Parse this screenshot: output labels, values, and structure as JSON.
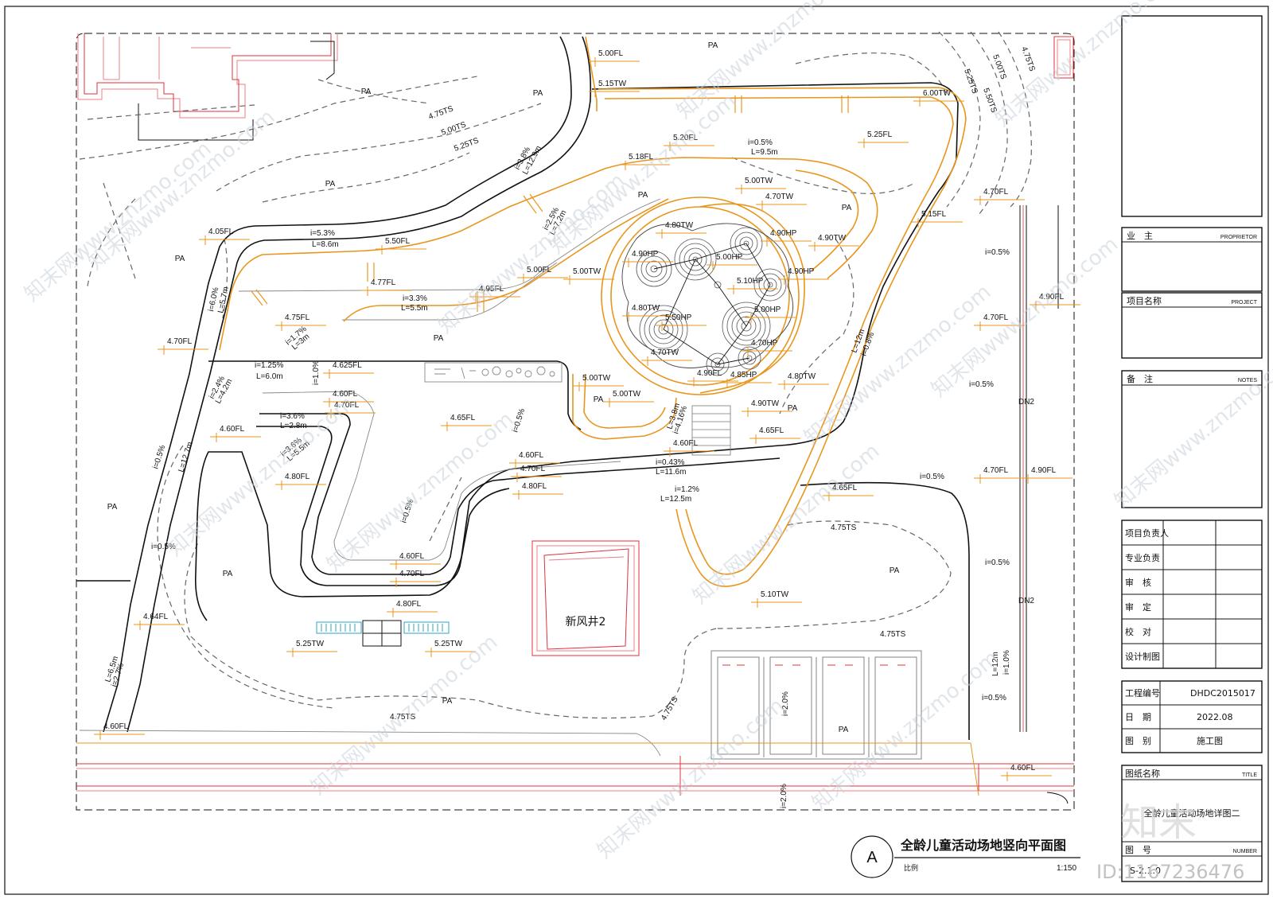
{
  "drawing": {
    "title": "全龄儿童活动场地竖向平面图",
    "scale_label": "比例",
    "scale_value": "1:150",
    "section_marker": "A",
    "shaft_label": "新风井2"
  },
  "area_labels": [
    {
      "id": "pa1",
      "text": "PA"
    },
    {
      "id": "pa2",
      "text": "PA"
    },
    {
      "id": "pa3",
      "text": "PA"
    },
    {
      "id": "pa4",
      "text": "PA"
    },
    {
      "id": "pa5",
      "text": "PA"
    },
    {
      "id": "pa6",
      "text": "PA"
    },
    {
      "id": "pa7",
      "text": "PA"
    },
    {
      "id": "pa8",
      "text": "PA"
    },
    {
      "id": "pa9",
      "text": "PA"
    },
    {
      "id": "pa10",
      "text": "PA"
    },
    {
      "id": "pa11",
      "text": "PA"
    },
    {
      "id": "pa12",
      "text": "PA"
    },
    {
      "id": "pa13",
      "text": "PA"
    },
    {
      "id": "pa14",
      "text": "PA"
    },
    {
      "id": "pa15",
      "text": "PA"
    }
  ],
  "elevations": [
    {
      "id": "e1",
      "text": "5.00FL"
    },
    {
      "id": "e2",
      "text": "5.15TW"
    },
    {
      "id": "e3",
      "text": "6.00TW"
    },
    {
      "id": "e4",
      "text": "5.20FL"
    },
    {
      "id": "e5",
      "text": "5.25FL"
    },
    {
      "id": "e6",
      "text": "5.18FL"
    },
    {
      "id": "e7",
      "text": "5.00TW"
    },
    {
      "id": "e8",
      "text": "4.70TW"
    },
    {
      "id": "e9",
      "text": "4.80TW"
    },
    {
      "id": "e10",
      "text": "4.90HP"
    },
    {
      "id": "e11",
      "text": "4.90TW"
    },
    {
      "id": "e12",
      "text": "4.90HP"
    },
    {
      "id": "e13",
      "text": "5.00HP"
    },
    {
      "id": "e14",
      "text": "4.90HP"
    },
    {
      "id": "e15",
      "text": "5.10HP"
    },
    {
      "id": "e16",
      "text": "4.80TW"
    },
    {
      "id": "e17",
      "text": "5.50HP"
    },
    {
      "id": "e18",
      "text": "5.00HP"
    },
    {
      "id": "e19",
      "text": "4.70TW"
    },
    {
      "id": "e20",
      "text": "4.70HP"
    },
    {
      "id": "e21",
      "text": "4.90FL"
    },
    {
      "id": "e22",
      "text": "4.85HP"
    },
    {
      "id": "e23",
      "text": "4.80TW"
    },
    {
      "id": "e24",
      "text": "4.90TW"
    },
    {
      "id": "e25",
      "text": "4.05FL"
    },
    {
      "id": "e26",
      "text": "5.50FL"
    },
    {
      "id": "e27",
      "text": "5.00FL"
    },
    {
      "id": "e28",
      "text": "5.00TW"
    },
    {
      "id": "e29",
      "text": "4.77FL"
    },
    {
      "id": "e30",
      "text": "4.95FL"
    },
    {
      "id": "e31",
      "text": "4.75FL"
    },
    {
      "id": "e32",
      "text": "4.70FL"
    },
    {
      "id": "e33",
      "text": "4.625FL"
    },
    {
      "id": "e34",
      "text": "4.60FL"
    },
    {
      "id": "e35",
      "text": "4.70FL"
    },
    {
      "id": "e36",
      "text": "4.60FL"
    },
    {
      "id": "e37",
      "text": "4.80FL"
    },
    {
      "id": "e38",
      "text": "4.65FL"
    },
    {
      "id": "e39",
      "text": "5.00TW"
    },
    {
      "id": "e40",
      "text": "5.00TW"
    },
    {
      "id": "e41",
      "text": "4.60FL"
    },
    {
      "id": "e42",
      "text": "4.65FL"
    },
    {
      "id": "e43",
      "text": "4.60FL"
    },
    {
      "id": "e44",
      "text": "4.70FL"
    },
    {
      "id": "e45",
      "text": "4.80FL"
    },
    {
      "id": "e46",
      "text": "4.65FL"
    },
    {
      "id": "e47",
      "text": "4.60FL"
    },
    {
      "id": "e48",
      "text": "4.70FL"
    },
    {
      "id": "e49",
      "text": "4.80FL"
    },
    {
      "id": "e50",
      "text": "5.25TW"
    },
    {
      "id": "e51",
      "text": "5.25TW"
    },
    {
      "id": "e52",
      "text": "5.10TW"
    },
    {
      "id": "e53",
      "text": "4.64FL"
    },
    {
      "id": "e54",
      "text": "4.60FL"
    },
    {
      "id": "e55",
      "text": "4.70FL"
    },
    {
      "id": "e56",
      "text": "4.90FL"
    },
    {
      "id": "e57",
      "text": "4.70FL"
    },
    {
      "id": "e58",
      "text": "4.70FL"
    },
    {
      "id": "e59",
      "text": "4.90FL"
    },
    {
      "id": "e60",
      "text": "5.15FL"
    },
    {
      "id": "e61",
      "text": "4.60FL"
    }
  ],
  "slopes": [
    {
      "id": "s1",
      "text": "i=0.5%"
    },
    {
      "id": "s2",
      "text": "L=9.5m"
    },
    {
      "id": "s3",
      "text": "i=5.3%"
    },
    {
      "id": "s4",
      "text": "L=8.6m"
    },
    {
      "id": "s5",
      "text": "i=3.3%"
    },
    {
      "id": "s6",
      "text": "L=5.5m"
    },
    {
      "id": "s7",
      "text": "i=1.25%"
    },
    {
      "id": "s8",
      "text": "L=6.0m"
    },
    {
      "id": "s9",
      "text": "i=3.6%"
    },
    {
      "id": "s10",
      "text": "L=2.8m"
    },
    {
      "id": "s11",
      "text": "i=0.43%"
    },
    {
      "id": "s12",
      "text": "L=11.6m"
    },
    {
      "id": "s13",
      "text": "i=1.2%"
    },
    {
      "id": "s14",
      "text": "L=12.5m"
    },
    {
      "id": "s15",
      "text": "i=0.5%"
    },
    {
      "id": "s16",
      "text": "i=0.5%"
    },
    {
      "id": "s17",
      "text": "i=0.5%"
    },
    {
      "id": "s18",
      "text": "i=0.5%"
    },
    {
      "id": "s19",
      "text": "i=0.5%"
    },
    {
      "id": "s20",
      "text": "i=0.5%"
    }
  ],
  "rotated_labels": [
    {
      "id": "r1",
      "text": "i=3.8%"
    },
    {
      "id": "r2",
      "text": "L=12.9m"
    },
    {
      "id": "r3",
      "text": "i=2.5%"
    },
    {
      "id": "r4",
      "text": "L=7.2m"
    },
    {
      "id": "r5",
      "text": "i=6.0%"
    },
    {
      "id": "r6",
      "text": "L=5.7m"
    },
    {
      "id": "r7",
      "text": "i=1.7%"
    },
    {
      "id": "r8",
      "text": "L=3m"
    },
    {
      "id": "r9",
      "text": "i=2.4%"
    },
    {
      "id": "r10",
      "text": "L=4.2m"
    },
    {
      "id": "r11",
      "text": "i=3.6%"
    },
    {
      "id": "r12",
      "text": "L=5.5m"
    },
    {
      "id": "r13",
      "text": "i=1.0%"
    },
    {
      "id": "r14",
      "text": "i=0.5%"
    },
    {
      "id": "r15",
      "text": "L=12.7m"
    },
    {
      "id": "r16",
      "text": "i=0.5%"
    },
    {
      "id": "r17",
      "text": "i=0.5%"
    },
    {
      "id": "r18",
      "text": "L=6.5m"
    },
    {
      "id": "r19",
      "text": "i=2.7%"
    },
    {
      "id": "r20",
      "text": "L=3.8m"
    },
    {
      "id": "r21",
      "text": "i=4.16%"
    },
    {
      "id": "r22",
      "text": "L=12m"
    },
    {
      "id": "r23",
      "text": "i=0.8%"
    },
    {
      "id": "r24",
      "text": "L=12m"
    },
    {
      "id": "r25",
      "text": "i=1.0%"
    },
    {
      "id": "r26",
      "text": "i=2.0%"
    },
    {
      "id": "r27",
      "text": "i=2.0%"
    }
  ],
  "contours": [
    {
      "id": "c1",
      "text": "4.75TS"
    },
    {
      "id": "c2",
      "text": "5.00TS"
    },
    {
      "id": "c3",
      "text": "5.25TS"
    },
    {
      "id": "c4",
      "text": "4.75TS"
    },
    {
      "id": "c5",
      "text": "5.00TS"
    },
    {
      "id": "c6",
      "text": "5.25TS"
    },
    {
      "id": "c7",
      "text": "5.50TS"
    },
    {
      "id": "c8",
      "text": "4.75TS"
    },
    {
      "id": "c9",
      "text": "4.75TS"
    },
    {
      "id": "c10",
      "text": "4.75TS"
    },
    {
      "id": "c11",
      "text": "4.75TS"
    }
  ],
  "pipes": [
    {
      "id": "p1",
      "text": "DN2"
    },
    {
      "id": "p2",
      "text": "DN2"
    }
  ],
  "title_block": {
    "owner_cn": "业　主",
    "owner_en": "PROPRIETOR",
    "project_cn": "项目名称",
    "project_en": "PROJECT",
    "notes_cn": "备　注",
    "notes_en": "NOTES",
    "signatures": [
      "项目负责人",
      "专业负责",
      "审　核",
      "审　定",
      "校　对",
      "设计制图"
    ],
    "project_no_label": "工程编号",
    "project_no": "DHDC2015017",
    "date_label": "日　期",
    "date": "2022.08",
    "category_label": "图　别",
    "category": "施工图",
    "title_label_cn": "图纸名称",
    "title_label_en": "TITLE",
    "drawing_name": "全龄儿童活动场地详图二",
    "number_label_cn": "图　号",
    "number_label_en": "NUMBER",
    "number": "S-2.1.0"
  },
  "watermark": {
    "text": "知末网www.znzmo.com",
    "logo": "知末",
    "id_text": "ID:1167236476"
  },
  "colors": {
    "orange": "#e8961e",
    "red": "#e0303a",
    "pink": "#f07d86",
    "cyan": "#2aa6c8",
    "line": "#111111",
    "dashed": "#555555"
  }
}
